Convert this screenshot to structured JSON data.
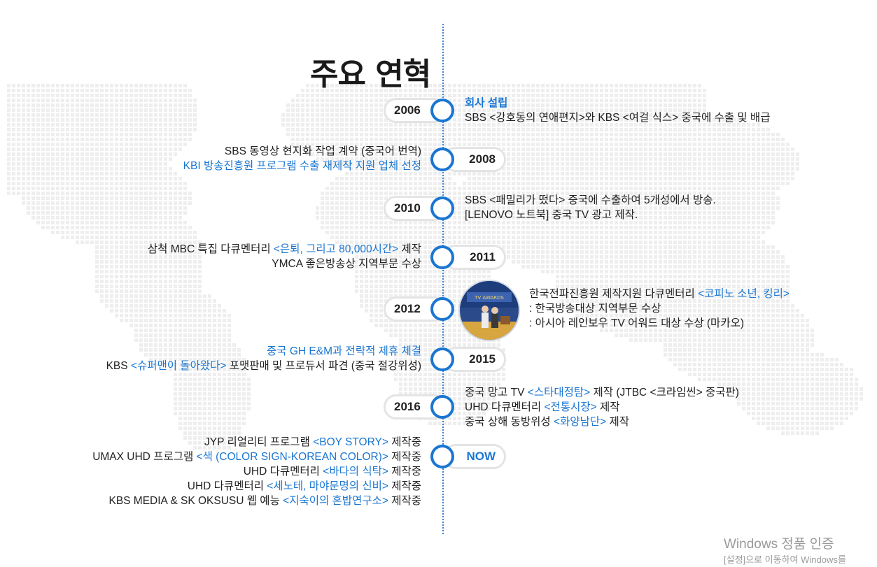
{
  "title": "주요 연혁",
  "colors": {
    "accent": "#1a76d2",
    "map": "#eeeeee",
    "pill_border": "#e4e4e4"
  },
  "timeline": [
    {
      "year": "2006",
      "side": "right",
      "lines": [
        [
          {
            "t": "회사 설립",
            "c": "head"
          }
        ],
        [
          {
            "t": "SBS <강호동의 연애편지>와 KBS <여걸 식스> 중국에 수출 및 배급",
            "c": ""
          }
        ]
      ]
    },
    {
      "year": "2008",
      "side": "left",
      "lines": [
        [
          {
            "t": "SBS 동영상 현지화 작업 계약 (중국어 번역)",
            "c": ""
          }
        ],
        [
          {
            "t": "KBI 방송진흥원 프로그램 수출 재제작 지원 업체 선정",
            "c": "blue"
          }
        ]
      ]
    },
    {
      "year": "2010",
      "side": "right",
      "lines": [
        [
          {
            "t": "SBS <패밀리가 떴다> 중국에 수출하여 5개성에서 방송.",
            "c": ""
          }
        ],
        [
          {
            "t": "[LENOVO 노트북] 중국 TV 광고 제작.",
            "c": ""
          }
        ]
      ]
    },
    {
      "year": "2011",
      "side": "left",
      "lines": [
        [
          {
            "t": "삼척 MBC 특집 다큐멘터리 ",
            "c": ""
          },
          {
            "t": "<은퇴, 그리고 80,000시간>",
            "c": "blue"
          },
          {
            "t": " 제작",
            "c": ""
          }
        ],
        [
          {
            "t": "YMCA 좋은방송상 지역부문 수상",
            "c": ""
          }
        ]
      ]
    },
    {
      "year": "2012",
      "side": "right",
      "photo": true,
      "lines": [
        [
          {
            "t": "한국전파진흥원 제작지원 다큐멘터리 ",
            "c": ""
          },
          {
            "t": "<코피노 소년, 킹리>",
            "c": "blue"
          }
        ],
        [
          {
            "t": ": 한국방송대상 지역부문 수상",
            "c": ""
          }
        ],
        [
          {
            "t": ": 아시아 레인보우 TV 어워드 대상 수상 (마카오)",
            "c": ""
          }
        ]
      ]
    },
    {
      "year": "2015",
      "side": "left",
      "lines": [
        [
          {
            "t": "중국 GH E&M과 전략적 제휴 체결",
            "c": "blue"
          }
        ],
        [
          {
            "t": "KBS ",
            "c": ""
          },
          {
            "t": "<슈퍼맨이 돌아왔다>",
            "c": "blue"
          },
          {
            "t": " 포맷판매 및 프로듀서 파견 (중국 절강위성)",
            "c": ""
          }
        ]
      ]
    },
    {
      "year": "2016",
      "side": "right",
      "lines": [
        [
          {
            "t": "중국 망고 TV ",
            "c": ""
          },
          {
            "t": "<스타대정탐>",
            "c": "blue"
          },
          {
            "t": " 제작 (JTBC <크라임씬> 중국판)",
            "c": ""
          }
        ],
        [
          {
            "t": "UHD 다큐멘터리 ",
            "c": ""
          },
          {
            "t": "<전통시장>",
            "c": "blue"
          },
          {
            "t": " 제작",
            "c": ""
          }
        ],
        [
          {
            "t": "중국 상해 동방위성 ",
            "c": ""
          },
          {
            "t": "<화양남단>",
            "c": "blue"
          },
          {
            "t": " 제작",
            "c": ""
          }
        ]
      ]
    },
    {
      "year": "NOW",
      "side": "left",
      "now": true,
      "lines": [
        [
          {
            "t": "JYP 리얼리티 프로그램 ",
            "c": ""
          },
          {
            "t": "<BOY STORY>",
            "c": "blue"
          },
          {
            "t": " 제작중",
            "c": ""
          }
        ],
        [
          {
            "t": "UMAX UHD 프로그램 ",
            "c": ""
          },
          {
            "t": "<색 (COLOR SIGN-KOREAN COLOR)>",
            "c": "blue"
          },
          {
            "t": " 제작중",
            "c": ""
          }
        ],
        [
          {
            "t": "UHD 다큐멘터리 ",
            "c": ""
          },
          {
            "t": "<바다의 식탁>",
            "c": "blue"
          },
          {
            "t": " 제작중",
            "c": ""
          }
        ],
        [
          {
            "t": "UHD 다큐멘터리 ",
            "c": ""
          },
          {
            "t": "<세노테, 마야문명의 신비>",
            "c": "blue"
          },
          {
            "t": " 제작중",
            "c": ""
          }
        ],
        [
          {
            "t": "KBS MEDIA & SK OKSUSU 웹 예능 ",
            "c": ""
          },
          {
            "t": "<지숙이의 혼밥연구소>",
            "c": "blue"
          },
          {
            "t": " 제작중",
            "c": ""
          }
        ]
      ]
    }
  ],
  "watermark": {
    "line1": "Windows 정품 인증",
    "line2": "[설정]으로 이동하여 Windows를"
  }
}
